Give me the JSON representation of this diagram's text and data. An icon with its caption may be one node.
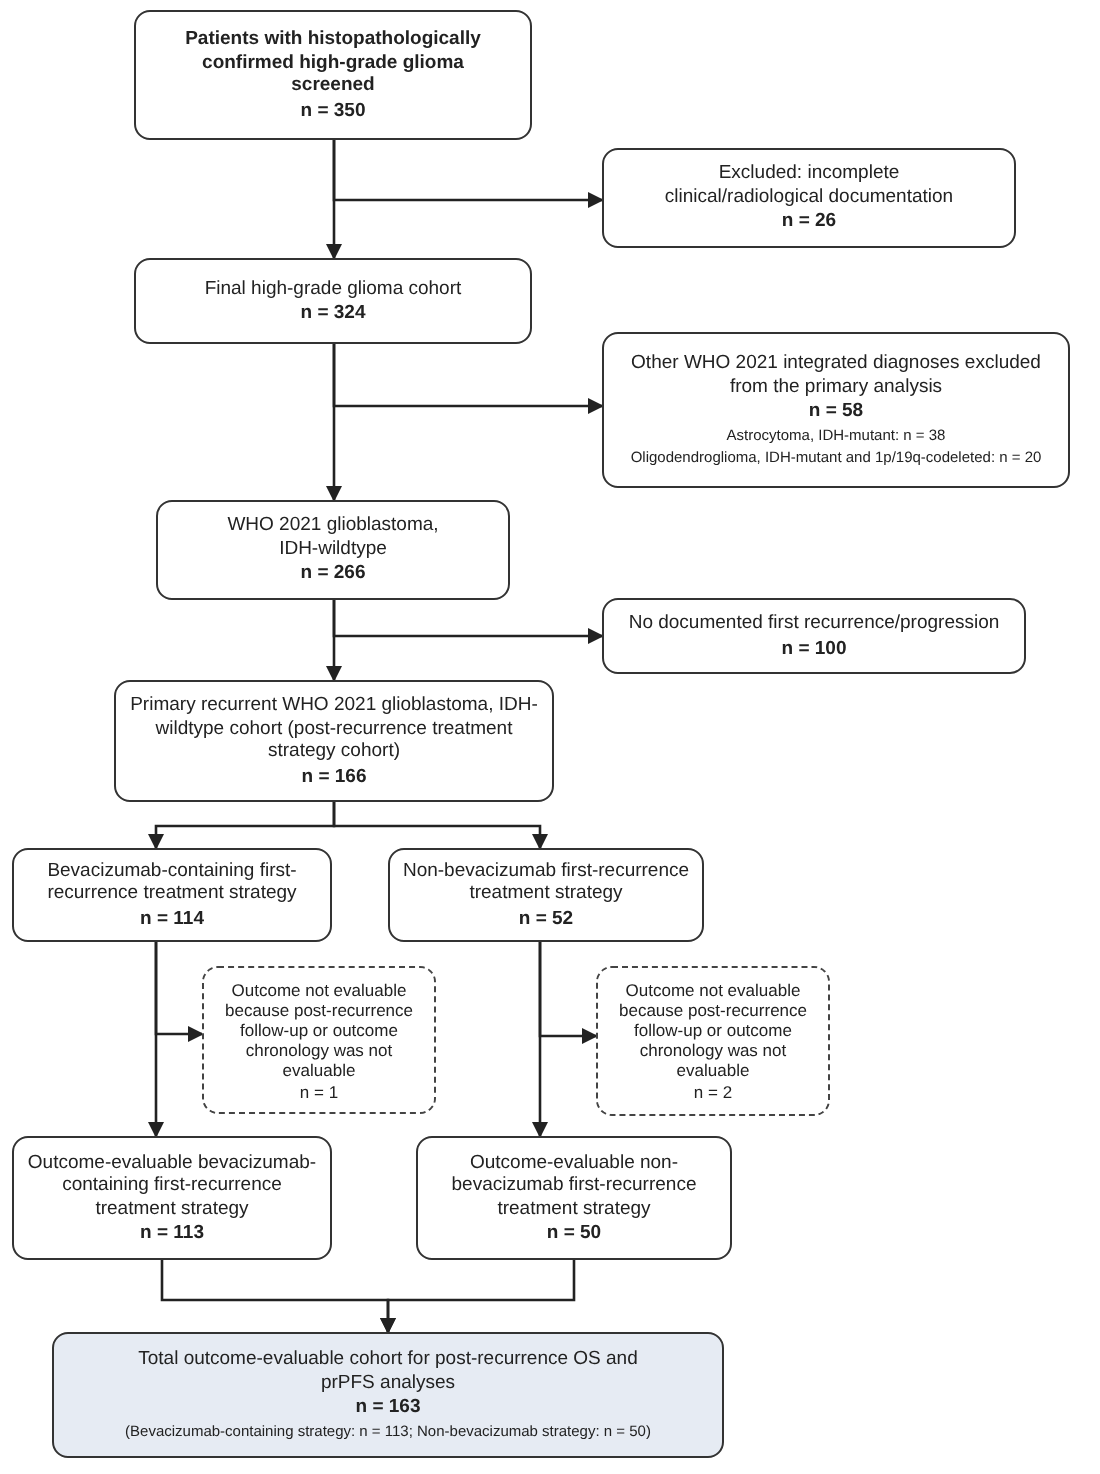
{
  "diagram": {
    "nodes": [
      {
        "text": [
          "Patients with histopathologically confirmed high-grade glioma screened",
          "n = 350"
        ]
      },
      {
        "text": [
          "Excluded: incomplete clinical/radiological documentation",
          "n = 26"
        ]
      },
      {
        "text": [
          "Final high-grade glioma cohort",
          "n = 324"
        ]
      },
      {
        "text": [
          "Other WHO 2021 integrated diagnoses excluded from the primary analysis",
          "n = 58",
          "Astrocytoma, IDH-mutant: n = 38",
          "Oligodendroglioma, IDH-mutant and 1p/19q-codeleted: n = 20"
        ]
      },
      {
        "text": [
          "WHO 2021 glioblastoma, IDH-wildtype",
          "n = 266"
        ]
      },
      {
        "text": [
          "No documented first recurrence/progression",
          "n = 100"
        ]
      },
      {
        "text": [
          "Primary recurrent WHO 2021 glioblastoma, IDH-wildtype cohort (post-recurrence treatment strategy cohort)",
          "n = 166"
        ]
      },
      {
        "text": [
          "Bevacizumab-containing first-recurrence treatment strategy",
          "n = 114"
        ]
      },
      {
        "text": [
          "Non-bevacizumab first-recurrence treatment strategy",
          "n = 52"
        ]
      },
      {
        "text": [
          "Outcome not evaluable because post-recurrence follow-up or outcome chronology was not evaluable",
          "n = 1"
        ]
      },
      {
        "text": [
          "Outcome not evaluable because post-recurrence follow-up or outcome chronology was not evaluable",
          "n = 2"
        ]
      },
      {
        "text": [
          "Outcome-evaluable bevacizumab-containing first-recurrence treatment strategy",
          "n = 113"
        ]
      },
      {
        "text": [
          "Outcome-evaluable non-bevacizumab first-recurrence treatment strategy",
          "n = 50"
        ]
      },
      {
        "text": [
          "Total outcome-evaluable cohort for post-recurrence OS and prPFS analyses",
          "n = 163",
          "(Bevacizumab-containing strategy: n = 113; Non-bevacizumab strategy: n = 50)"
        ]
      }
    ],
    "edges": [
      {
        "from": 0,
        "to": 2,
        "arrow": "to"
      },
      {
        "from": 0,
        "to": 1,
        "arrow": "to"
      },
      {
        "from": 2,
        "to": 4,
        "arrow": "to"
      },
      {
        "from": 2,
        "to": 3,
        "arrow": "to"
      },
      {
        "from": 4,
        "to": 6,
        "arrow": "to"
      },
      {
        "from": 4,
        "to": 5,
        "arrow": "to"
      },
      {
        "from": 6,
        "to": 7,
        "arrow": "to"
      },
      {
        "from": 6,
        "to": 8,
        "arrow": "to"
      },
      {
        "from": 7,
        "to": 11,
        "arrow": "to"
      },
      {
        "from": 7,
        "to": 9,
        "arrow": "to"
      },
      {
        "from": 8,
        "to": 12,
        "arrow": "to"
      },
      {
        "from": 8,
        "to": 10,
        "arrow": "to"
      },
      {
        "from": 11,
        "to": 13,
        "arrow": "to"
      },
      {
        "from": 12,
        "to": 13,
        "arrow": "to"
      }
    ]
  }
}
